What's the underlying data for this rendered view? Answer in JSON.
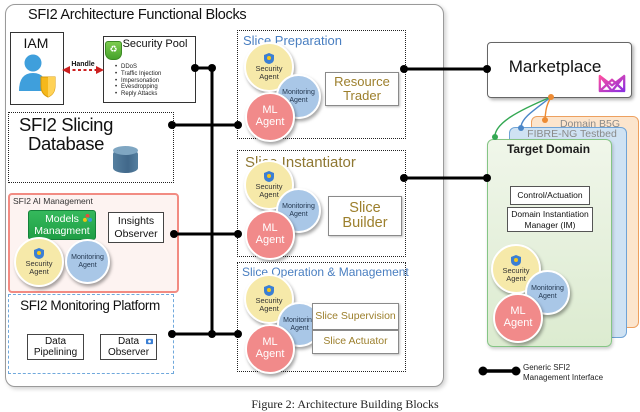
{
  "container": {
    "title": "SFI2 Architecture Functional Blocks"
  },
  "iam": {
    "title": "IAM"
  },
  "handle_arrow": {
    "label": "Handle"
  },
  "security_pool": {
    "title": "Security Pool",
    "items": [
      "DDoS",
      "Traffic Injection",
      "Impersonation",
      "Evesdropping",
      "Reply Attacks"
    ]
  },
  "slicing_database": {
    "title": "SFI2 Slicing Database"
  },
  "ai_management": {
    "title": "SFI2 AI Management",
    "models_button": "Models Managment",
    "insights_button": "Insights Observer"
  },
  "monitoring_platform": {
    "title": "SFI2 Monitoring Platform",
    "data_pipelining": "Data Pipelining",
    "data_observer": "Data Observer"
  },
  "agents": {
    "security": "Security Agent",
    "monitoring": "Monitoring Agent",
    "ml": "ML Agent"
  },
  "slice_preparation": {
    "title": "Slice Preparation",
    "resource_trader": "Resource Trader"
  },
  "slice_instantiator": {
    "title": "Slice Instantiator",
    "slice_builder": "Slice Builder"
  },
  "slice_operation": {
    "title": "Slice Operation & Management",
    "slice_supervision": "Slice Supervision",
    "slice_actuator": "Slice Actuator"
  },
  "marketplace": {
    "title": "Marketplace"
  },
  "domains": {
    "b5g": "Domain B5G",
    "fibre_ng": "FIBRE-NG Testbed"
  },
  "target_domain": {
    "title": "Target Domain",
    "control_actuation": "Control/Actuation",
    "instantiation_manager": "Domain Instantiation Manager (IM)"
  },
  "legend": {
    "line1": "Generic SFI2",
    "line2": "Management Interface"
  },
  "caption": "Figure 2: Architecture Building Blocks",
  "colors": {
    "slice_title_blue": "#4a7fc1",
    "slice_title_gold": "#8f7833",
    "inner_button_text": "#9c7f2c",
    "models_green": "#29ab4f",
    "ai_border_pink": "#f28b82",
    "monitoring_border_blue": "#6fa8dc",
    "agent_security_yellow": "#f6e9a9",
    "agent_monitoring_blue": "#a9c7e7",
    "agent_ml_red": "#f18a8a",
    "domain_b5g_orange": "#eda05f",
    "domain_fibre_blue": "#6fa3d6",
    "domain_target_green": "#85c585",
    "handle_arrow_red": "#cc2020",
    "bus_black": "#000000"
  }
}
